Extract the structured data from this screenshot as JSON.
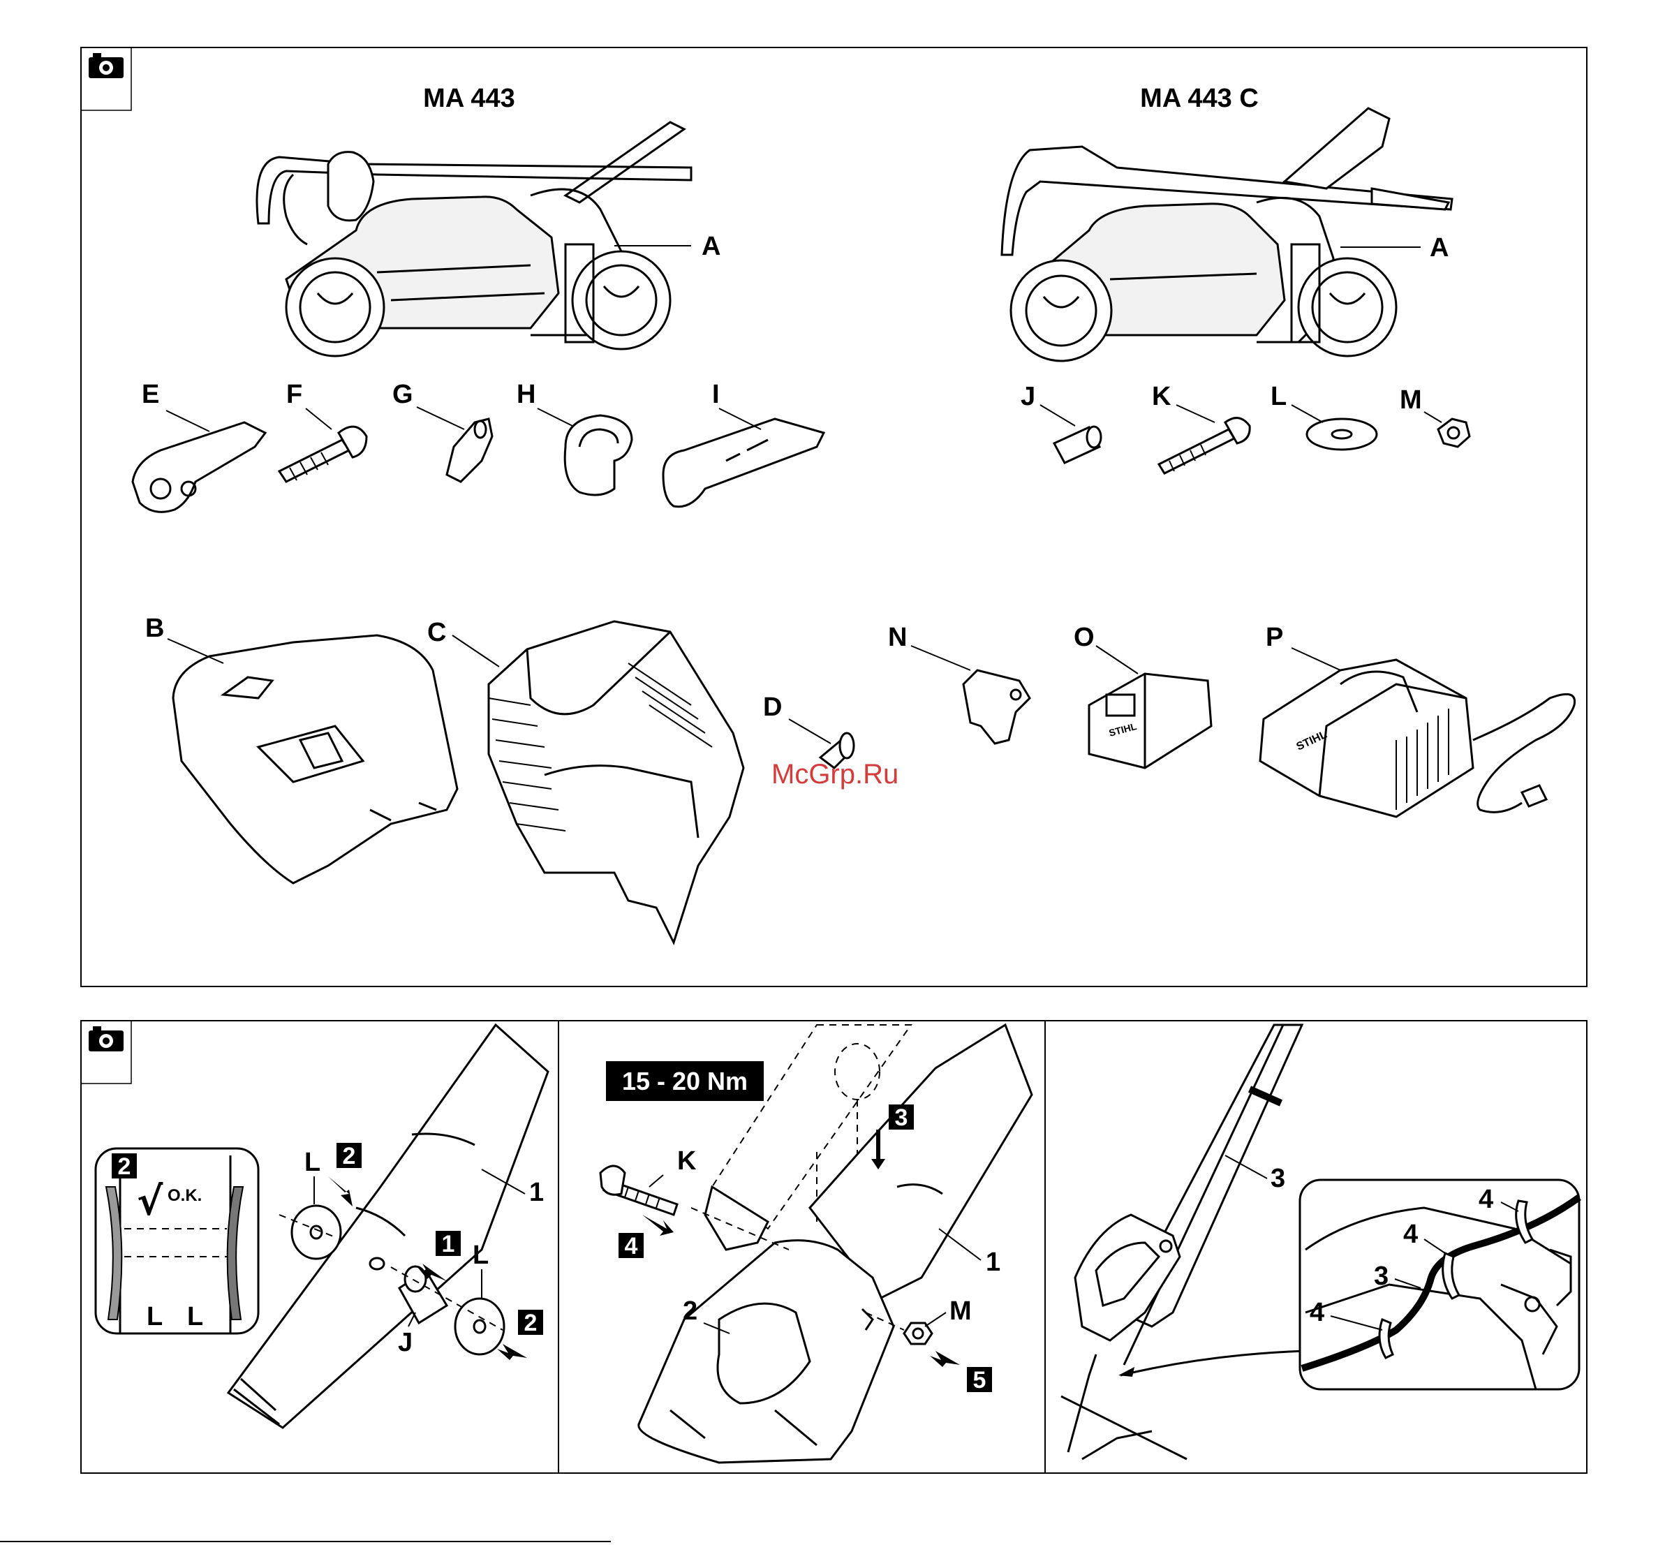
{
  "panel_top": {
    "models": [
      "MA 443",
      "MA 443 C"
    ],
    "part_labels": {
      "A": "A",
      "B": "B",
      "C": "C",
      "D": "D",
      "E": "E",
      "F": "F",
      "G": "G",
      "H": "H",
      "I": "I",
      "J": "J",
      "K": "K",
      "L": "L",
      "M": "M",
      "N": "N",
      "O": "O",
      "P": "P"
    },
    "brand_marks": [
      "STIHL",
      "STIHL",
      "STIHL"
    ]
  },
  "panel_bottom": {
    "torque": "15 - 20 Nm",
    "ok_check": "O.K.",
    "ok_check_mark": "√",
    "step_numbers": [
      "1",
      "2",
      "3",
      "4",
      "5"
    ],
    "callouts": [
      "1",
      "2",
      "3",
      "4",
      "J",
      "K",
      "L",
      "M"
    ]
  },
  "watermark": "McGrp.Ru",
  "icons": [
    "camera-icon",
    "camera-icon"
  ]
}
